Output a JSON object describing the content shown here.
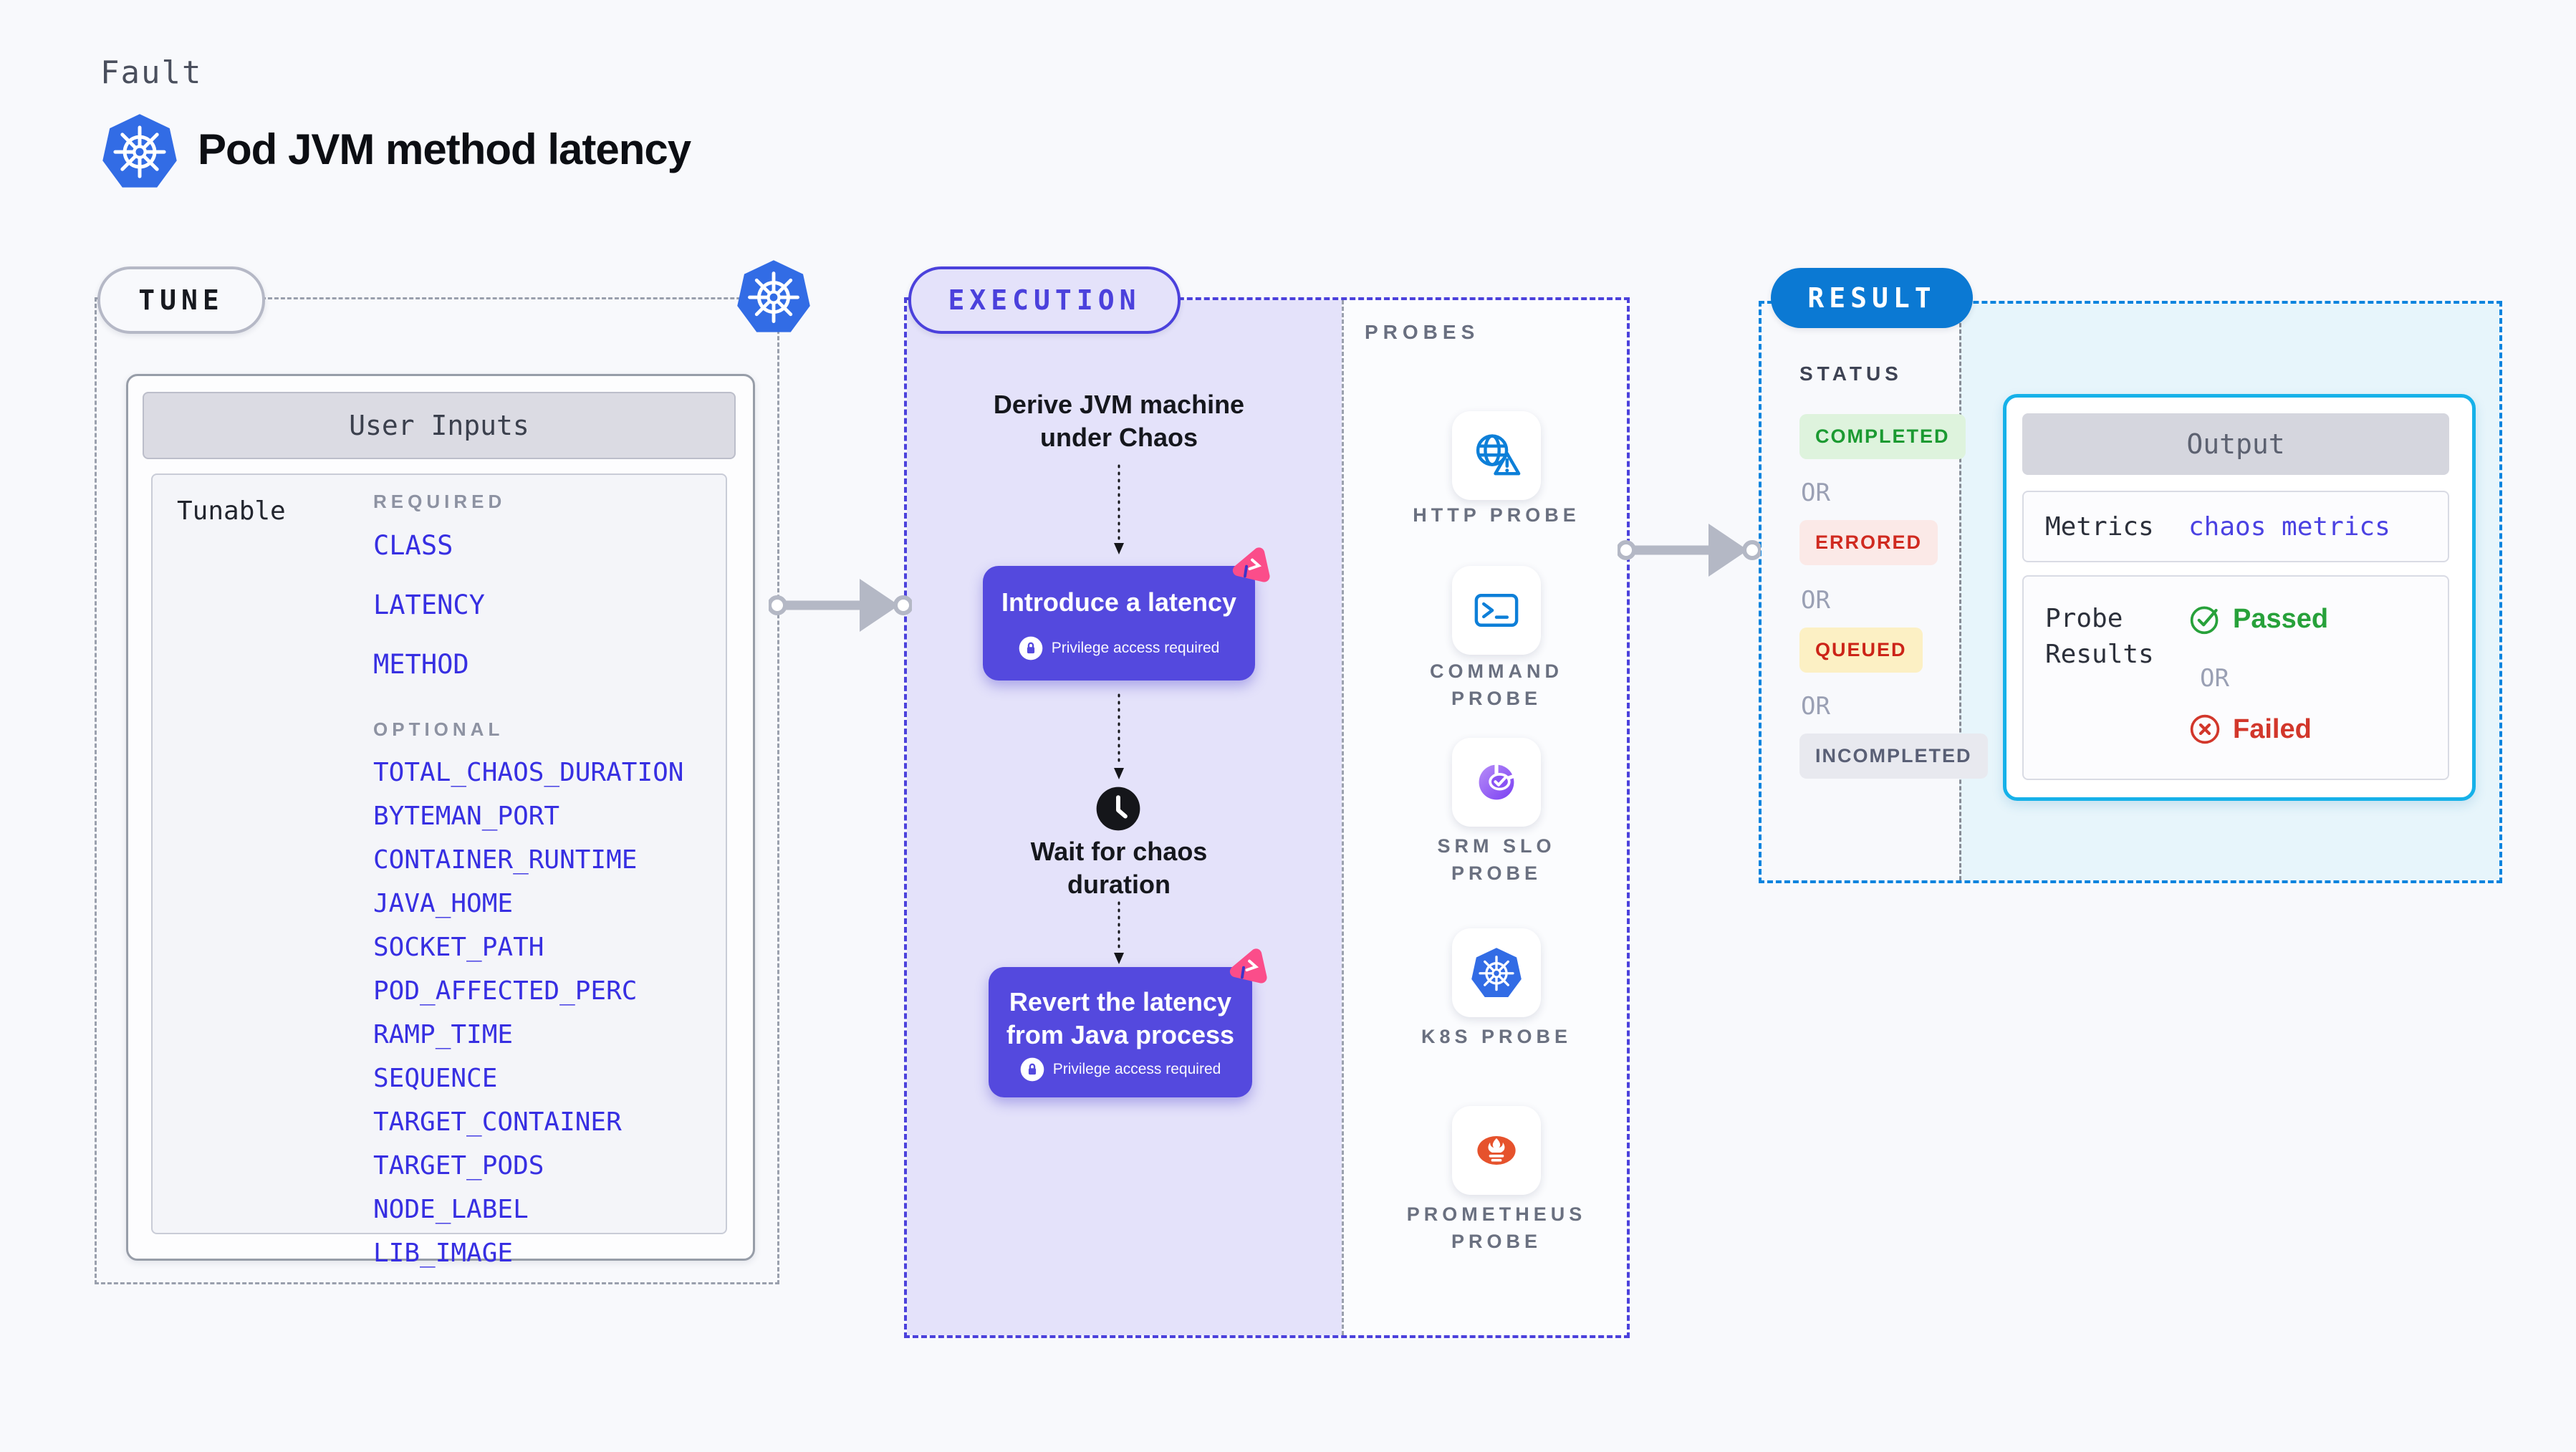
{
  "header": {
    "kicker": "Fault",
    "title": "Pod JVM method latency"
  },
  "tune": {
    "pill": "TUNE",
    "panel_title": "User Inputs",
    "row_label": "Tunable",
    "required_label": "REQUIRED",
    "required_items": [
      "CLASS",
      "LATENCY",
      "METHOD"
    ],
    "optional_label": "OPTIONAL",
    "optional_items": [
      "TOTAL_CHAOS_DURATION",
      "BYTEMAN_PORT",
      "CONTAINER_RUNTIME",
      "JAVA_HOME",
      "SOCKET_PATH",
      "POD_AFFECTED_PERC",
      "RAMP_TIME",
      "SEQUENCE",
      "TARGET_CONTAINER",
      "TARGET_PODS",
      "NODE_LABEL",
      "LIB_IMAGE"
    ]
  },
  "execution": {
    "pill": "EXECUTION",
    "step_derive": "Derive JVM machine\nunder Chaos",
    "step_introduce": "Introduce a latency",
    "privilege_badge": "Privilege access required",
    "step_wait": "Wait for chaos\nduration",
    "step_revert": "Revert the latency\nfrom Java process"
  },
  "probes": {
    "label": "PROBES",
    "items": [
      {
        "name": "HTTP PROBE"
      },
      {
        "name": "COMMAND\nPROBE"
      },
      {
        "name": "SRM SLO\nPROBE"
      },
      {
        "name": "K8S PROBE"
      },
      {
        "name": "PROMETHEUS\nPROBE"
      }
    ]
  },
  "result": {
    "pill": "RESULT",
    "status_label": "STATUS",
    "or_label": "OR",
    "statuses": [
      {
        "label": "COMPLETED"
      },
      {
        "label": "ERRORED"
      },
      {
        "label": "QUEUED"
      },
      {
        "label": "INCOMPLETED"
      }
    ],
    "output": {
      "title": "Output",
      "metrics_label": "Metrics",
      "metrics_value": "chaos metrics",
      "probe_results_label": "Probe\nResults",
      "passed_label": "Passed",
      "failed_label": "Failed"
    }
  },
  "colors": {
    "kubernetes_blue": "#326ce5",
    "execution_indigo": "#4b41dc",
    "step_purple": "#5449de",
    "chaos_pink": "#fb4d8a",
    "result_blue": "#0b79d3",
    "output_border_cyan": "#16b1e9",
    "link_indigo": "#372fe2",
    "passed_green": "#27a13a",
    "failed_red": "#d2372b",
    "completed_bg": "#def3dd",
    "errored_bg": "#fbe9e7",
    "queued_bg": "#fcf0c4",
    "incompleted_bg": "#e8e9ef",
    "probe_icon_blue": "#0d7fd8",
    "prometheus_orange": "#e6522c",
    "arrow_gray": "#b4b8c5"
  }
}
